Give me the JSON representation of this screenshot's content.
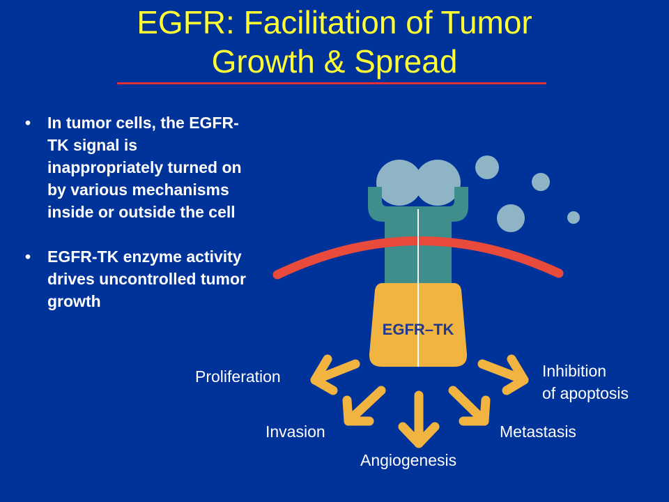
{
  "title": {
    "line1": "EGFR: Facilitation of Tumor",
    "line2": "Growth & Spread"
  },
  "bullets": [
    {
      "mark": "•",
      "text": "In tumor cells, the EGFR-TK signal is inappropriately turned on by various mechanisms inside or outside the cell"
    },
    {
      "mark": "•",
      "text": "EGFR-TK enzyme activity drives uncontrolled tumor growth"
    }
  ],
  "diagram": {
    "receptor_label": "EGFR–TK",
    "outcomes": {
      "proliferation": "Proliferation",
      "inhibition_line1": "Inhibition",
      "inhibition_line2": "of apoptosis",
      "invasion": "Invasion",
      "angiogenesis": "Angiogenesis",
      "metastasis": "Metastasis"
    }
  },
  "colors": {
    "background": "#003399",
    "title": "#FFFF33",
    "rule": "#E0303A",
    "membrane": "#E84A3C",
    "receptor": "#3E8E8C",
    "ligand": "#8FB4C6",
    "kinase": "#F2B440",
    "arrow": "#F2B440"
  }
}
